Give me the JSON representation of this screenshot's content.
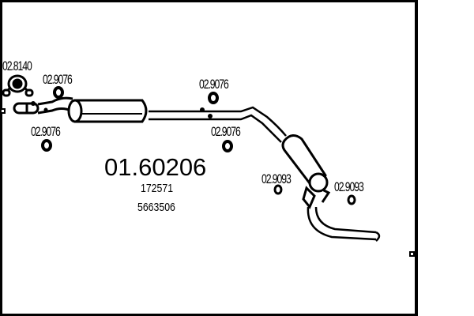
{
  "diagram": {
    "main_part_number": "01.60206",
    "oe_numbers": [
      "172571",
      "5663506"
    ],
    "part_labels": [
      {
        "id": "clamp",
        "text": "02.8140"
      },
      {
        "id": "hanger-1",
        "text": "02.9076"
      },
      {
        "id": "hanger-2",
        "text": "02.9076"
      },
      {
        "id": "hanger-3",
        "text": "02.9076"
      },
      {
        "id": "hanger-4",
        "text": "02.9076"
      },
      {
        "id": "gasket-1",
        "text": "02.9093"
      },
      {
        "id": "gasket-2",
        "text": "02.9093"
      }
    ],
    "colors": {
      "line": "#000000",
      "background": "#ffffff"
    }
  }
}
